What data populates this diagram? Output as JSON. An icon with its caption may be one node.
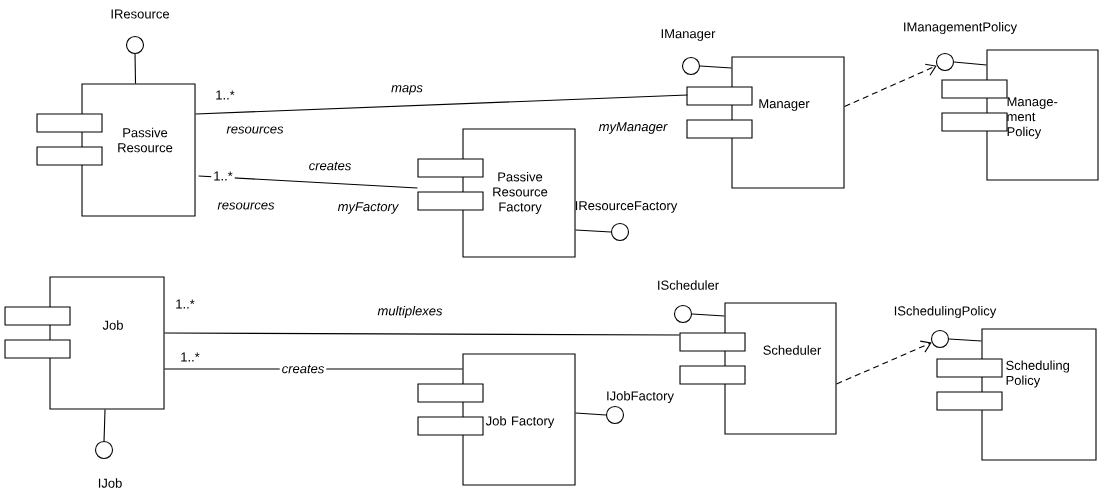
{
  "diagram": {
    "nodes": [
      {
        "text": [
          "Passive Resource"
        ]
      },
      {
        "text": [
          "IResource"
        ]
      },
      {
        "text": [
          "Manager"
        ]
      },
      {
        "text": [
          "IManager"
        ]
      },
      {
        "text": [
          "Manage-ment Policy"
        ]
      },
      {
        "text": [
          "IManagementPolicy"
        ]
      },
      {
        "text": [
          "Passive Resource Factory"
        ]
      },
      {
        "text": [
          "IResourceFactory"
        ]
      },
      {
        "text": [
          "Job"
        ]
      },
      {
        "text": [
          "IJob"
        ]
      },
      {
        "text": [
          "Scheduler"
        ]
      },
      {
        "text": [
          "IScheduler"
        ]
      },
      {
        "text": [
          "Job Factory"
        ]
      },
      {
        "text": [
          "IJobFactory"
        ]
      },
      {
        "text": [
          "Scheduling Policy"
        ]
      },
      {
        "text": [
          "ISchedulingPolicy"
        ]
      }
    ],
    "edges": [
      {
        "from": 1,
        "to": 0,
        "arrow": "none"
      },
      {
        "from": 0,
        "to": 2,
        "arrow": "none",
        "label": "maps"
      },
      {
        "from": 0,
        "to": 6,
        "arrow": "none",
        "label": "creates"
      },
      {
        "from": 3,
        "to": 2,
        "arrow": "none"
      },
      {
        "from": 2,
        "to": 5,
        "arrow": "to",
        "style": "dashed"
      },
      {
        "from": 5,
        "to": 4,
        "arrow": "none"
      },
      {
        "from": 6,
        "to": 7,
        "arrow": "none"
      },
      {
        "from": 8,
        "to": 9,
        "arrow": "none"
      },
      {
        "from": 8,
        "to": 10,
        "arrow": "none",
        "label": "multiplexes"
      },
      {
        "from": 8,
        "to": 12,
        "arrow": "none",
        "label": "creates"
      },
      {
        "from": 11,
        "to": 10,
        "arrow": "none"
      },
      {
        "from": 12,
        "to": 13,
        "arrow": "none"
      },
      {
        "from": 10,
        "to": 15,
        "arrow": "to",
        "style": "dashed"
      },
      {
        "from": 15,
        "to": 14,
        "arrow": "none"
      }
    ],
    "labels": [
      "1..*",
      "resources",
      "myManager",
      "1..*",
      "resources",
      "myFactory",
      "1..*",
      "1..*"
    ]
  }
}
